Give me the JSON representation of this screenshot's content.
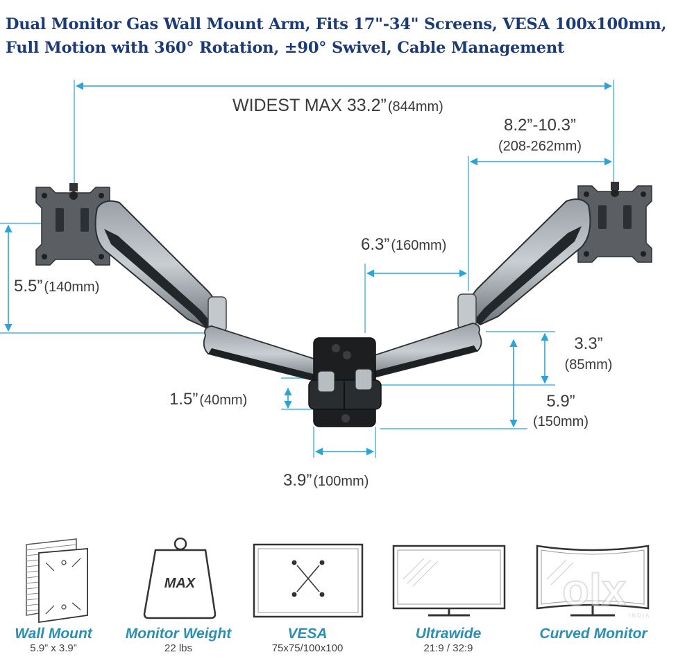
{
  "title": "Dual Monitor Gas Wall Mount Arm, Fits 17\"-34\" Screens, VESA 100x100mm, Full Motion with 360° Rotation, ±90° Swivel, Cable Management",
  "dimensions": {
    "widest_max": "WIDEST MAX 33.2”",
    "widest_max_mm": "(844mm)",
    "arm_extension": "8.2”-10.3”",
    "arm_extension_mm": "(208-262mm)",
    "inner_width": "6.3”",
    "inner_width_mm": "(160mm)",
    "vesa_height": "5.5”",
    "vesa_height_mm": "(140mm)",
    "pole_offset": "3.3”",
    "pole_offset_mm": "(85mm)",
    "bracket_depth": "1.5”",
    "bracket_depth_mm": "(40mm)",
    "plate_height": "5.9”",
    "plate_height_mm": "(150mm)",
    "plate_width": "3.9”",
    "plate_width_mm": "(100mm)"
  },
  "features": [
    {
      "label": "Wall Mount",
      "value": "5.9” x 3.9”",
      "icon": "wall-plate-icon"
    },
    {
      "label": "Monitor Weight",
      "value": "22 lbs",
      "icon": "weight-icon",
      "icon_text": "MAX"
    },
    {
      "label": "VESA",
      "value": "75x75/100x100",
      "icon": "vesa-pattern-icon"
    },
    {
      "label": "Ultrawide",
      "value": "21:9 / 32:9",
      "icon": "ultrawide-monitor-icon"
    },
    {
      "label": "Curved Monitor",
      "value": "",
      "icon": "curved-monitor-icon"
    }
  ],
  "watermark": {
    "text": "olx",
    "sub": "INDIA"
  },
  "colors": {
    "title": "#1a3a78",
    "dimension_line": "#2ba4d8",
    "feature_label": "#2a8fb3"
  }
}
